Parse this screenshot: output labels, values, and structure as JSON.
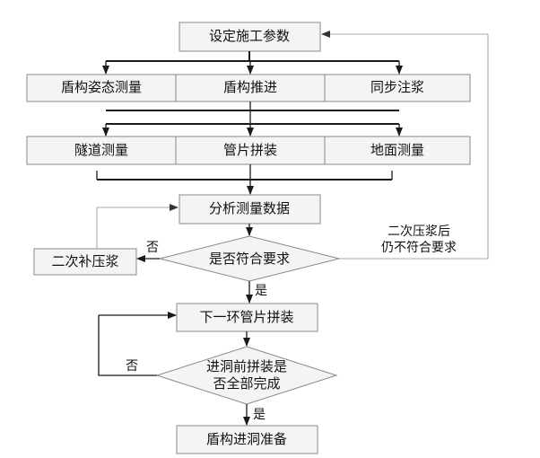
{
  "flowchart": {
    "set_params": "设定施工参数",
    "shield_attitude": "盾构姿态测量",
    "shield_advance": "盾构推进",
    "sync_grouting": "同步注浆",
    "tunnel_survey": "隧道测量",
    "segment_assembly": "管片拼装",
    "ground_survey": "地面测量",
    "analyze_data": "分析测量数据",
    "meets_requirements": "是否符合要求",
    "secondary_grouting": "二次补压浆",
    "next_ring_assembly": "下一环管片拼装",
    "all_complete_line1": "进洞前拼装是",
    "all_complete_line2": "否全部完成",
    "prepare_entry": "盾构进洞准备",
    "label_no_1": "否",
    "label_yes_1": "是",
    "label_no_2": "否",
    "label_yes_2": "是",
    "feedback_line1": "二次压浆后",
    "feedback_line2": "仍不符合要求"
  }
}
